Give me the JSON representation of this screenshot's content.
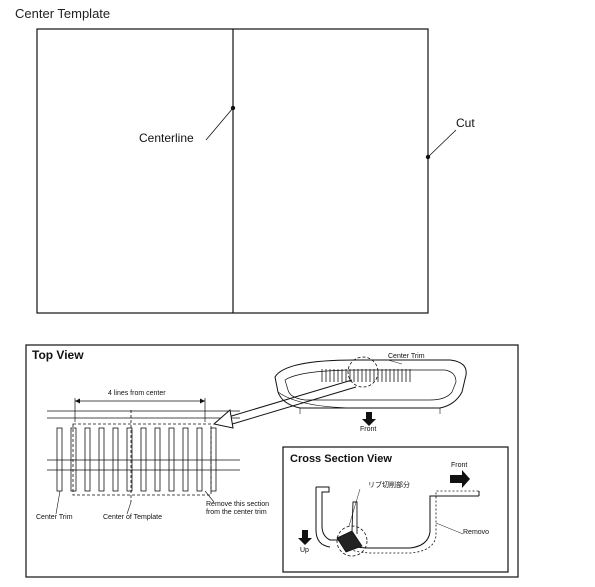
{
  "template": {
    "title": "Center Template",
    "centerline_label": "Centerline",
    "cut_label": "Cut"
  },
  "top_view": {
    "heading": "Top View",
    "lines_label": "4 lines from center",
    "center_trim_label": "Center Trim",
    "front_label": "Front",
    "left_trim_label": "Center Trim",
    "center_template_label": "Center of Template",
    "remove_label_1": "Remove this section",
    "remove_label_2": "from the center trim"
  },
  "cross_section": {
    "heading": "Cross Section View",
    "front_label": "Front",
    "rib_label": "リブ切削部分",
    "remove_label": "Removo",
    "up_label": "Up"
  },
  "colors": {
    "ink": "#111111",
    "paper": "#ffffff"
  }
}
